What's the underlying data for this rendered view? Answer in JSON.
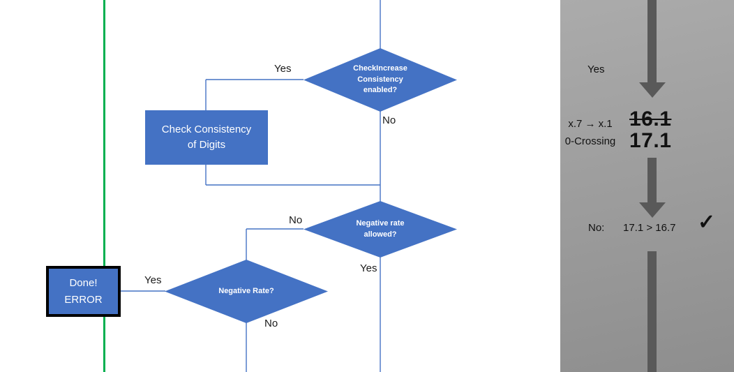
{
  "slide": {
    "flowchart": {
      "decision_checkincrease": {
        "lines": [
          "CheckIncrease",
          "Consistency",
          "enabled?"
        ]
      },
      "process_check_consistency": {
        "lines": [
          "Check Consistency",
          "of Digits"
        ]
      },
      "decision_negative_rate_allowed": {
        "lines": [
          "Negative rate",
          "allowed?"
        ]
      },
      "decision_negative_rate": {
        "lines": [
          "Negative Rate?"
        ]
      },
      "done_error": {
        "lines": [
          "Done!",
          "ERROR"
        ]
      },
      "edge_labels": {
        "checkincrease_yes": "Yes",
        "checkincrease_no": "No",
        "negative_allowed_no": "No",
        "negative_allowed_yes": "Yes",
        "negative_rate_yes": "Yes",
        "negative_rate_no": "No"
      }
    },
    "panel": {
      "yes_label": "Yes",
      "crossing": {
        "lines": [
          "x.7 → x.1",
          "0-Crossing"
        ]
      },
      "old_value": "16.1",
      "new_value": "17.1",
      "no_label": "No:",
      "comparison": "17.1 > 16.7",
      "checkmark": "✓"
    }
  },
  "colors": {
    "shape_fill": "#4472C4",
    "shape_text": "#FFFFFF",
    "connector": "#4472C4",
    "green_line": "#00B050",
    "arrow_gray": "#595959",
    "error_border": "#000000",
    "panel_top": "#ABABAB",
    "panel_bottom": "#8E8E8E",
    "label_text": "#1A1A1A"
  }
}
